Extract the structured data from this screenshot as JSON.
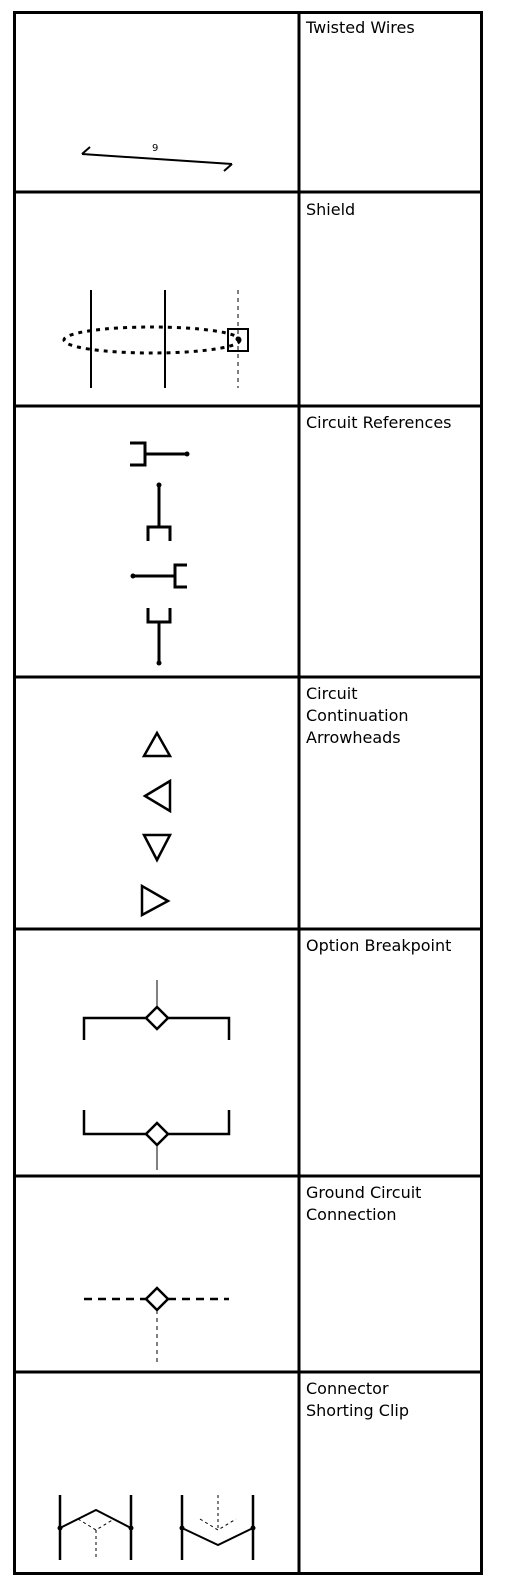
{
  "rows": [
    {
      "label": "Twisted Wires",
      "symbol": "twisted-wires"
    },
    {
      "label": "Shield",
      "symbol": "shield"
    },
    {
      "label": "Circuit References",
      "symbol": "circuit-references"
    },
    {
      "label": "Circuit\nContinuation\nArrowheads",
      "symbol": "circuit-continuation-arrowheads"
    },
    {
      "label": "Option Breakpoint",
      "symbol": "option-breakpoint"
    },
    {
      "label": "Ground Circuit\nConnection",
      "symbol": "ground-circuit-connection"
    },
    {
      "label": "Connector\nShorting Clip",
      "symbol": "connector-shorting-clip"
    }
  ],
  "twisted_wires_text": "9"
}
